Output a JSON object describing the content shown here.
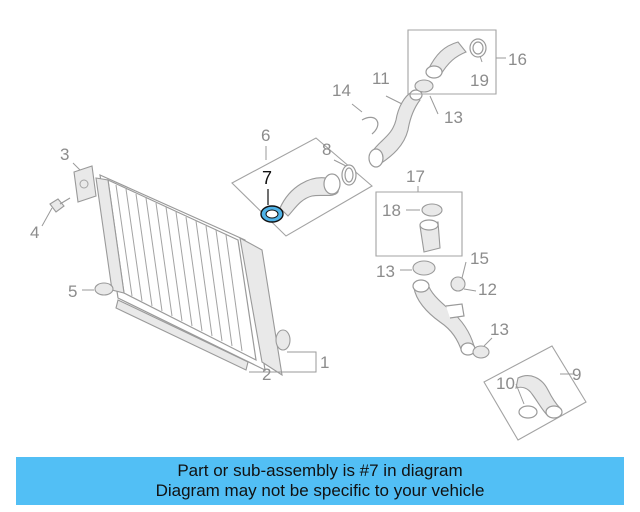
{
  "callouts": {
    "c1": "1",
    "c2": "2",
    "c3": "3",
    "c4": "4",
    "c5": "5",
    "c6": "6",
    "c7": "7",
    "c8": "8",
    "c9": "9",
    "c10": "10",
    "c11": "11",
    "c12": "12",
    "c13a": "13",
    "c13b": "13",
    "c13c": "13",
    "c14": "14",
    "c15": "15",
    "c16": "16",
    "c17": "17",
    "c18": "18",
    "c19": "19"
  },
  "banner": {
    "line1": "Part or sub-assembly is #7 in diagram",
    "line2": "Diagram may not be specific to your vehicle"
  },
  "colors": {
    "highlight": "#4fb3e8",
    "banner": "#52bff5"
  }
}
